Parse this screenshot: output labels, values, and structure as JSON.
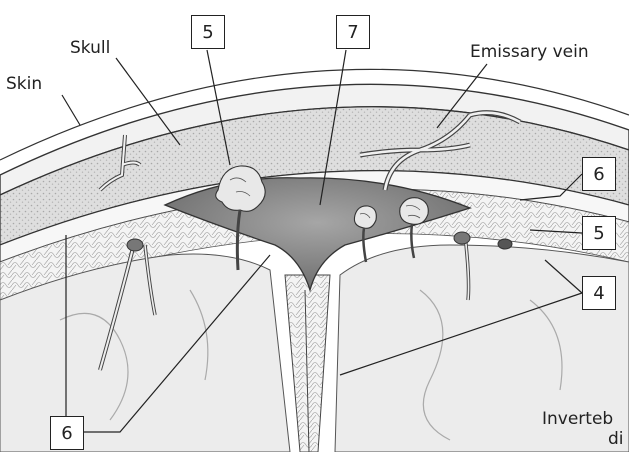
{
  "labels": {
    "skin": "Skin",
    "skull": "Skull",
    "emissary_vein": "Emissary vein",
    "cropped_line1": "Inverteb",
    "cropped_line2": "di"
  },
  "callouts": {
    "top_left": "5",
    "top_center": "7",
    "right_upper": "6",
    "right_middle": "5",
    "right_lower": "4",
    "bottom_left": "6"
  },
  "colors": {
    "ink": "#222222",
    "sinus_fill": "#8a8a8a",
    "bone_fill": "#d9d9d9",
    "brain_fill": "#ececec"
  }
}
